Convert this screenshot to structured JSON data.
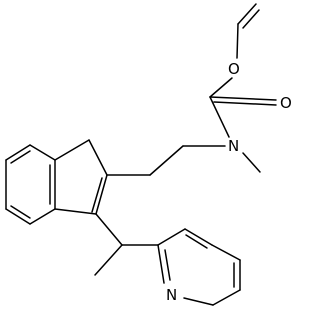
{
  "structure": {
    "atom_labels": {
      "ester_oxygen": "O",
      "carbonyl_oxygen": "O",
      "carbamate_nitrogen": "N",
      "pyridine_nitrogen": "N"
    },
    "colors": {
      "bond": "#000000",
      "label": "#000000",
      "background": "#ffffff"
    }
  }
}
